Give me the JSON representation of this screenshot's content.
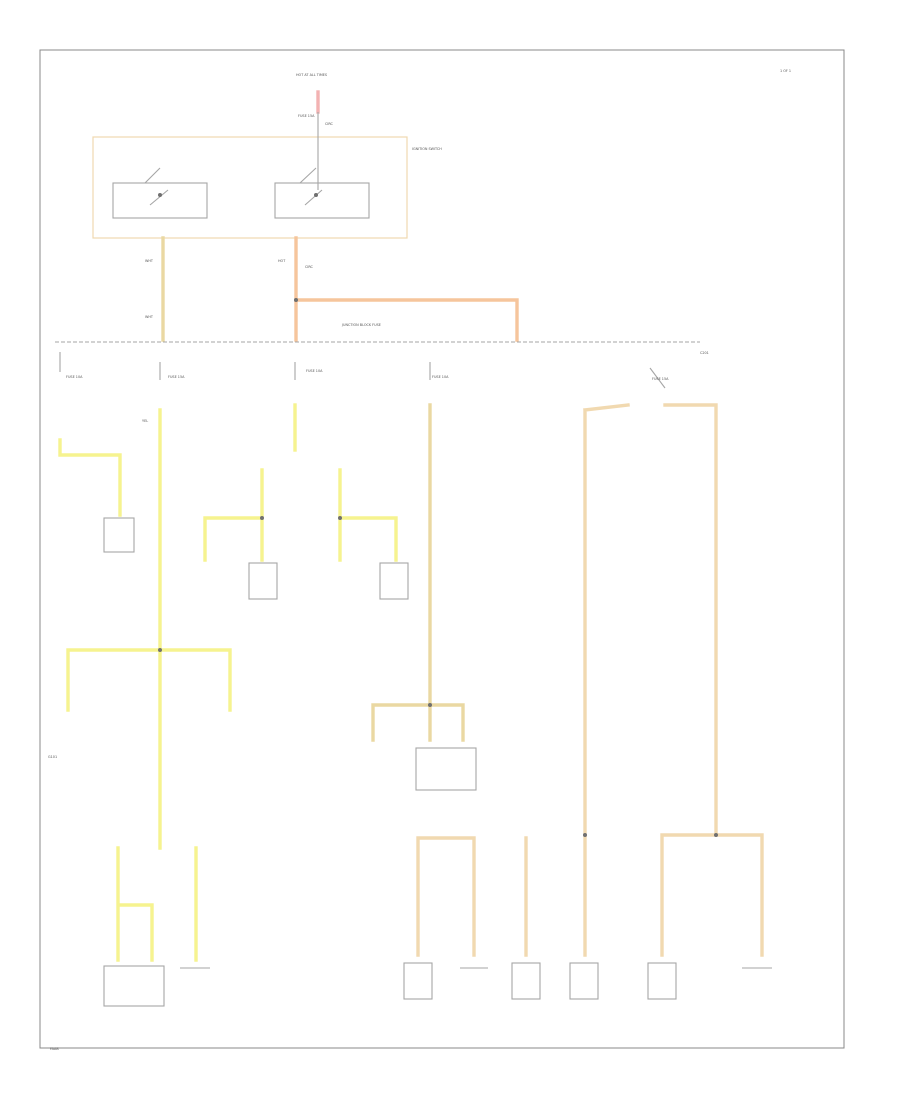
{
  "colors": {
    "yellow": "#f6f38f",
    "tan": "#ead8a2",
    "orange": "#f6c59c",
    "red": "#f3b2b2",
    "switch_box": "#f1d9b0",
    "frame": "#888888",
    "line": "#a6a6a6",
    "text": "#555555"
  },
  "labels": {
    "corner": "1 OF 1",
    "bottom_left": "FAAB",
    "top_source": "HOT AT ALL TIMES",
    "source_fuse": "FUSE 15A",
    "source_circ": "CIRC",
    "switch_name": "IGNITION SWITCH",
    "junction": "JUNCTION BLOCK FUSE",
    "wire_tag": "WHT",
    "hot_tag": "HOT",
    "circ_tag": "CIRC",
    "yel": "YEL",
    "fuse_a": "FUSE 10A",
    "fuse_b": "FUSE 15A",
    "fuse_c": "FUSE 10A",
    "fuse_d": "FUSE 10A",
    "fuse_e": "FUSE 15A",
    "connector": "C201",
    "ground": "G101"
  }
}
